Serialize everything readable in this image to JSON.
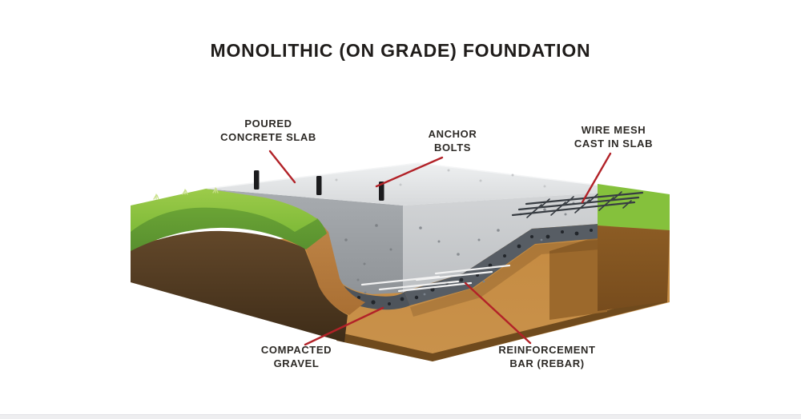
{
  "title": "MONOLITHIC (ON GRADE) FOUNDATION",
  "labels": [
    {
      "id": "poured-concrete-slab",
      "line1": "POURED",
      "line2": "CONCRETE SLAB"
    },
    {
      "id": "anchor-bolts",
      "line1": "ANCHOR",
      "line2": "BOLTS"
    },
    {
      "id": "wire-mesh",
      "line1": "WIRE MESH",
      "line2": "CAST IN SLAB"
    },
    {
      "id": "compacted-gravel",
      "line1": "COMPACTED",
      "line2": "GRAVEL"
    },
    {
      "id": "reinforcement-bar",
      "line1": "REINFORCEMENT",
      "line2": "BAR (REBAR)"
    }
  ],
  "colors": {
    "leader_red": "#b22228",
    "grass_top": "#8fc43f",
    "grass_side": "#67a033",
    "grass_right_face": "#85c13c",
    "soil_dark": "#54391d",
    "soil_cut_light": "#c18946",
    "soil_edge_band": "#6f4a1d",
    "soil_right_face": "#8a5a23",
    "soil_inner_wall": "#9c692c",
    "concrete_top": "#e4e6e8",
    "concrete_side": "#a0a4a8",
    "concrete_cut": "#c9cbce",
    "gravel_dark": "#575d64",
    "gravel_front": "#4e545b",
    "wire_mesh": "#383d43",
    "rebar_light": "#f2f2f2",
    "anchor_bolt": "#1c1c1e",
    "title_text": "#1f1c1a",
    "label_text": "#2d2a26",
    "bottom_strip": "#eeeef0"
  }
}
